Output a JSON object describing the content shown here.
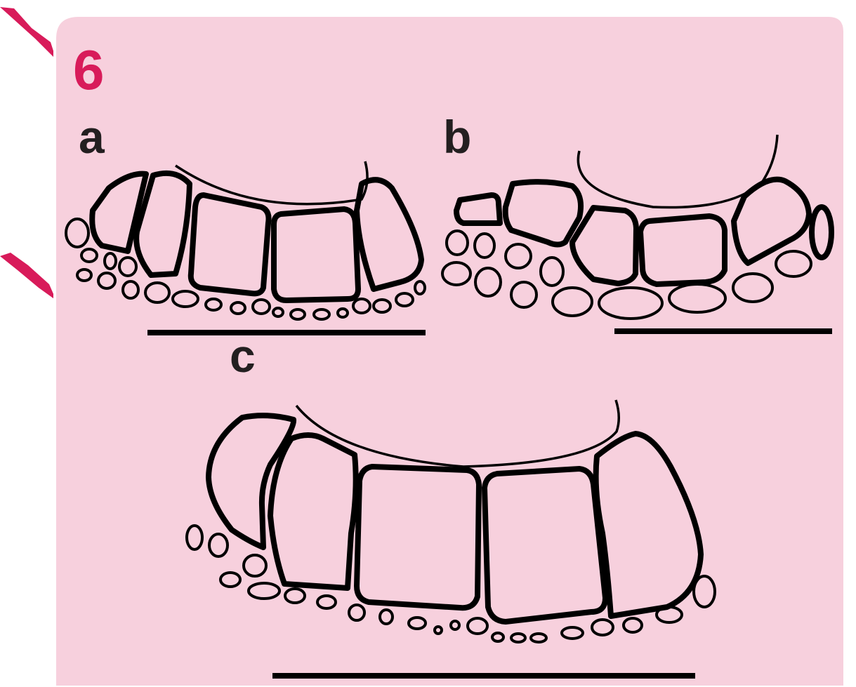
{
  "figure": {
    "number": "6",
    "panel_labels": {
      "a": "a",
      "b": "b",
      "c": "c"
    },
    "colors": {
      "background": "#f7d0dd",
      "figure_number": "#d81b5a",
      "brush_accent": "#d81b5a",
      "label_text": "#231f20",
      "outline": "#000000"
    }
  }
}
